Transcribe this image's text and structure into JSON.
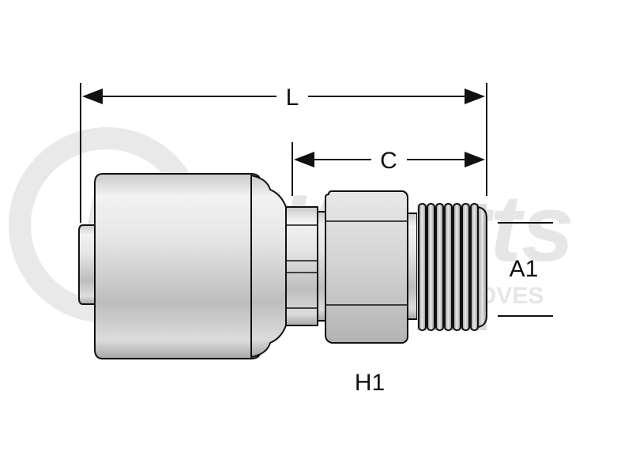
{
  "diagram": {
    "dimensions": {
      "overall_length": "L",
      "c_length": "C",
      "thread_size": "A1",
      "hex_size": "H1"
    }
  },
  "watermark": {
    "brand": "FindItParts",
    "tagline": "FOR EVERYTHING THAT MOVES",
    "colors": {
      "gray": "#e3e3e3",
      "accent": "#f2d3d6"
    }
  },
  "colors": {
    "line": "#111111",
    "body_light": "#f0f0f0",
    "body_mid": "#c4c4c4",
    "body_dark": "#8a8a8a"
  }
}
